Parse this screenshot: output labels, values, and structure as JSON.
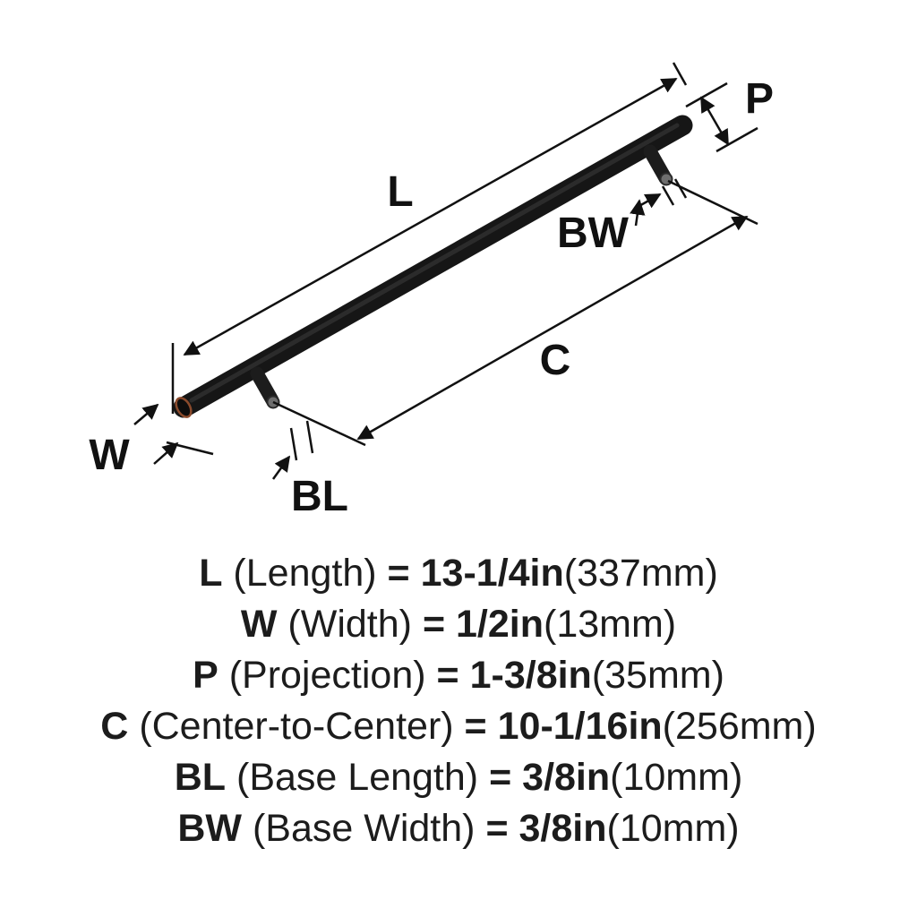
{
  "diagram": {
    "description": "bar-pull-handle-dimension-diagram",
    "labels": {
      "l": "L",
      "w": "W",
      "p": "P",
      "c": "C",
      "bl": "BL",
      "bw": "BW"
    }
  },
  "legend": {
    "rows": [
      {
        "symbol": "L",
        "name": "(Length)",
        "eq": "=",
        "value": "13-1/4in",
        "metric": "(337mm)"
      },
      {
        "symbol": "W",
        "name": "(Width)",
        "eq": "=",
        "value": "1/2in",
        "metric": "(13mm)"
      },
      {
        "symbol": "P",
        "name": "(Projection)",
        "eq": "=",
        "value": "1-3/8in",
        "metric": "(35mm)"
      },
      {
        "symbol": "C",
        "name": "(Center-to-Center)",
        "eq": "=",
        "value": "10-1/16in",
        "metric": "(256mm)"
      },
      {
        "symbol": "BL",
        "name": "(Base Length)",
        "eq": "=",
        "value": "3/8in",
        "metric": "(10mm)"
      },
      {
        "symbol": "BW",
        "name": "(Base Width)",
        "eq": "=",
        "value": "3/8in",
        "metric": "(10mm)"
      }
    ]
  },
  "colors": {
    "handle": "#161616",
    "handle_highlight": "#3a3a3a",
    "cap_ring_copper": "#8a4a2c",
    "post_tip": "#6e6e6e",
    "dimension_lines": "#111111",
    "background": "#ffffff"
  }
}
